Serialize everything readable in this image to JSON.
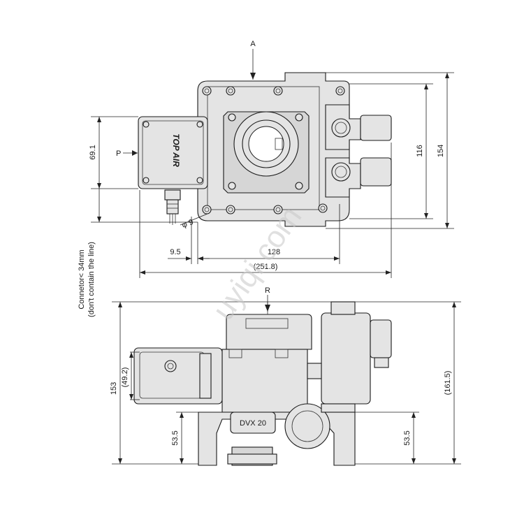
{
  "labels": {
    "port_a": "A",
    "port_p": "P",
    "port_r": "R",
    "top_air": "TOP AIR",
    "model": "DVX 20",
    "phi": "φ 9",
    "connector_line1": "Connetor< 34mm",
    "connector_line2": "(don't contain the line)",
    "watermark": "uyiqi.com"
  },
  "dimensions": {
    "d69_1": "69.1",
    "d116": "116",
    "d154": "154",
    "d9_5": "9.5",
    "d128": "128",
    "d251_8": "(251.8)",
    "d49_2": "(49.2)",
    "d153": "153",
    "d53_5_left": "53.5",
    "d53_5_right": "53.5",
    "d161_5": "(161.5)"
  }
}
